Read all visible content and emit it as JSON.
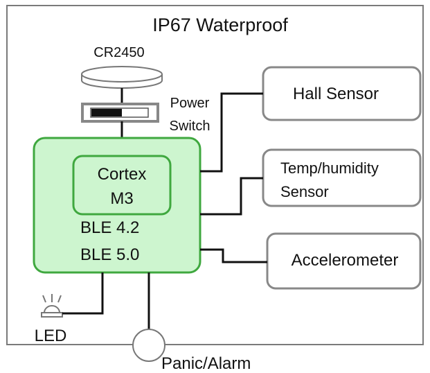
{
  "enclosure": {
    "title": "IP67 Waterproof"
  },
  "battery": {
    "label": "CR2450"
  },
  "power_switch": {
    "label_line1": "Power",
    "label_line2": "Switch"
  },
  "soc": {
    "core_line1": "Cortex",
    "core_line2": "M3",
    "ble_line1": "BLE 4.2",
    "ble_line2": "BLE 5.0"
  },
  "sensors": {
    "hall": "Hall Sensor",
    "temp_line1": "Temp/humidity",
    "temp_line2": "Sensor",
    "accel": "Accelerometer"
  },
  "led": {
    "label": "LED"
  },
  "panic": {
    "label": "Panic/Alarm"
  },
  "colors": {
    "soc_fill": "#cdf5cf",
    "soc_border": "#3fa83f",
    "box_border": "#888888",
    "line": "#111111"
  }
}
